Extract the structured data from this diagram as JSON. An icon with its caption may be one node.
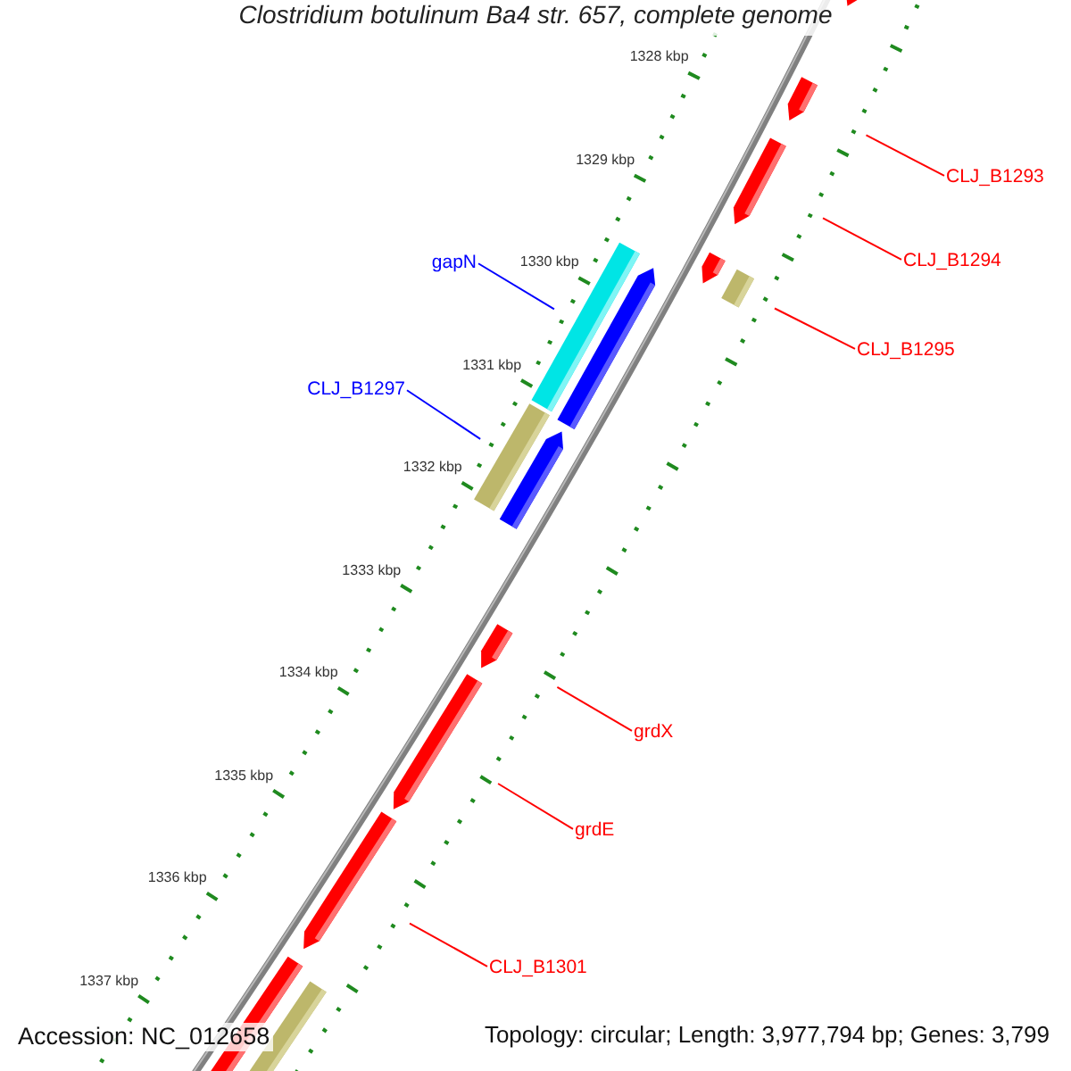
{
  "diagram": {
    "title": "Clostridium botulinum Ba4 str. 657, complete genome",
    "nodes": [
      {
        "text": [
          "CLJ_B1293"
        ]
      },
      {
        "text": [],
        "shape": "pentagon"
      },
      {
        "text": [
          "CLJ_B1294"
        ]
      },
      {
        "text": [],
        "shape": "pentagon"
      },
      {
        "text": [
          "CLJ_B1295"
        ]
      },
      {
        "text": [],
        "shape": "bar"
      },
      {
        "text": [
          "gapN"
        ]
      },
      {
        "text": [],
        "shape": "bar"
      },
      {
        "text": [
          "CLJ_B1297"
        ]
      },
      {
        "text": [],
        "shape": "bar"
      },
      {
        "text": [
          "grdX"
        ]
      },
      {
        "text": [],
        "shape": "pentagon"
      },
      {
        "text": [
          "grdE"
        ]
      },
      {
        "text": [],
        "shape": "pentagon"
      },
      {
        "text": [
          "CLJ_B1301"
        ]
      },
      {
        "text": [],
        "shape": "pentagon"
      }
    ],
    "edges": [
      {
        "from": 0,
        "to": 1,
        "arrow": "none"
      },
      {
        "from": 2,
        "to": 3,
        "arrow": "none"
      },
      {
        "from": 4,
        "to": 5,
        "arrow": "none"
      },
      {
        "from": 6,
        "to": 7,
        "arrow": "none",
        "color": "#0000ff"
      },
      {
        "from": 8,
        "to": 9,
        "arrow": "none",
        "color": "#0000ff"
      },
      {
        "from": 10,
        "to": 11,
        "arrow": "none"
      },
      {
        "from": 12,
        "to": 13,
        "arrow": "none"
      },
      {
        "from": 14,
        "to": 15,
        "arrow": "none"
      }
    ],
    "labels": [
      "1328 kbp",
      "1329 kbp",
      "1330 kbp",
      "1331 kbp",
      "1332 kbp",
      "1333 kbp",
      "1334 kbp",
      "1335 kbp",
      "1336 kbp",
      "1337 kbp",
      "Accession: NC_012658",
      "Topology: circular; Length: 3,977,794 bp; Genes: 3,799"
    ]
  }
}
